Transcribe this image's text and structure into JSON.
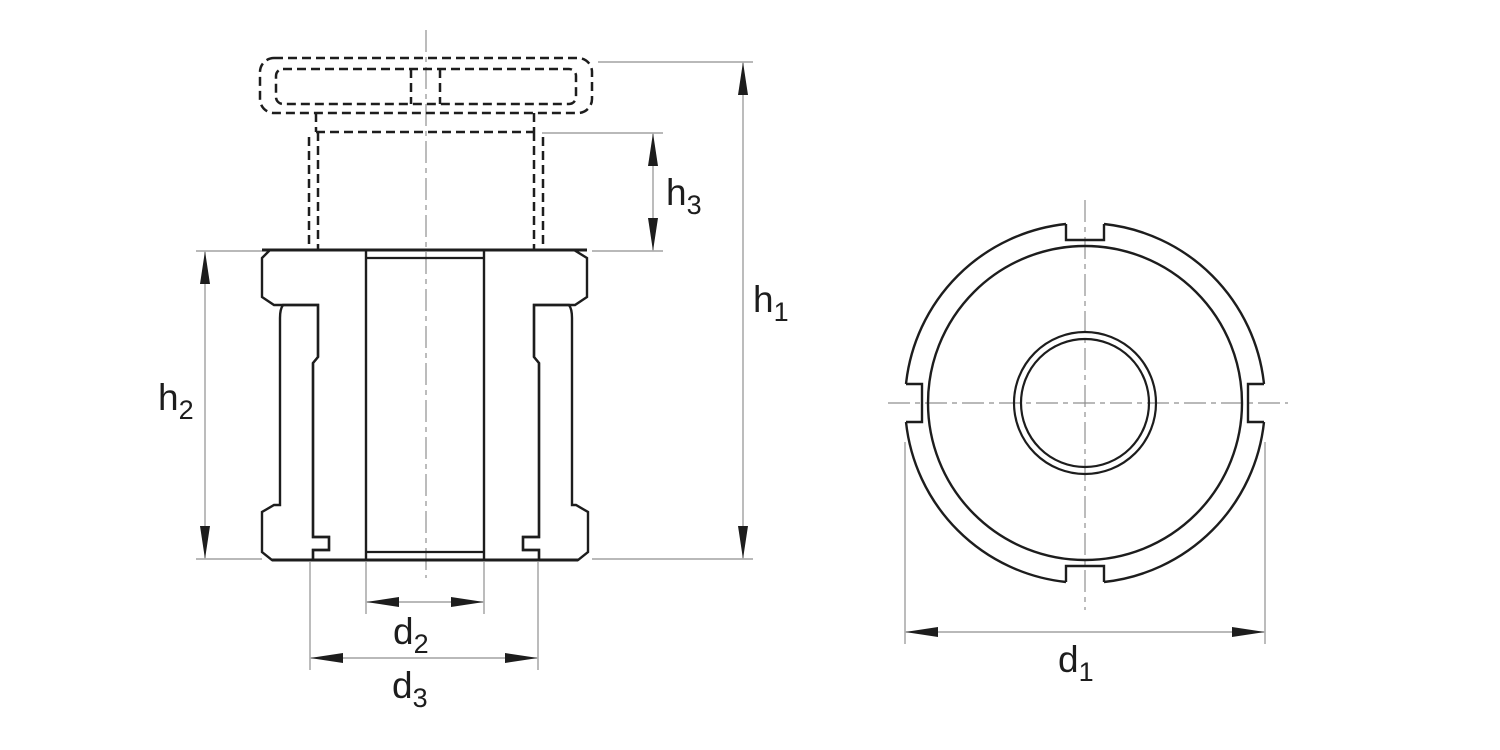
{
  "drawing": {
    "type": "technical-drawing",
    "views": {
      "section_view": "front-section-view",
      "top_view": "top-view"
    },
    "colors": {
      "background": "#ffffff",
      "line": "#1d1d1d",
      "dimension_line": "#8f8f8f"
    },
    "dims": {
      "h1": {
        "base": "h",
        "sub": "1"
      },
      "h2": {
        "base": "h",
        "sub": "2"
      },
      "h3": {
        "base": "h",
        "sub": "3"
      },
      "d1": {
        "base": "d",
        "sub": "1"
      },
      "d2": {
        "base": "d",
        "sub": "2"
      },
      "d3": {
        "base": "d",
        "sub": "3"
      }
    }
  }
}
